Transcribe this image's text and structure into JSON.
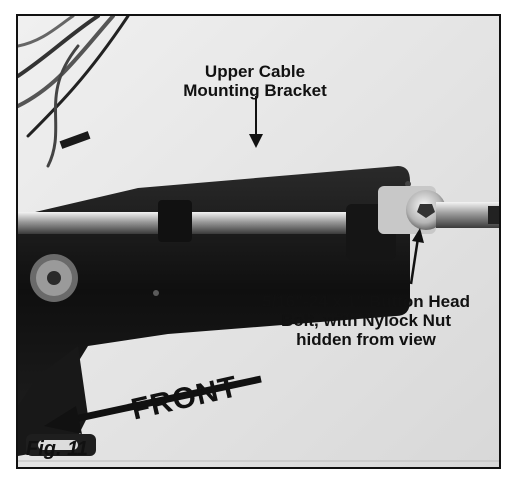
{
  "callouts": {
    "upper_bracket": [
      "Upper Cable",
      "Mounting Bracket"
    ],
    "bolt": [
      "5/16\"-24 x 1\" Button Head",
      "Bolt, with Nylock Nut",
      "hidden from view"
    ]
  },
  "direction_label": "FRONT",
  "figure_caption": "Fig. 11"
}
